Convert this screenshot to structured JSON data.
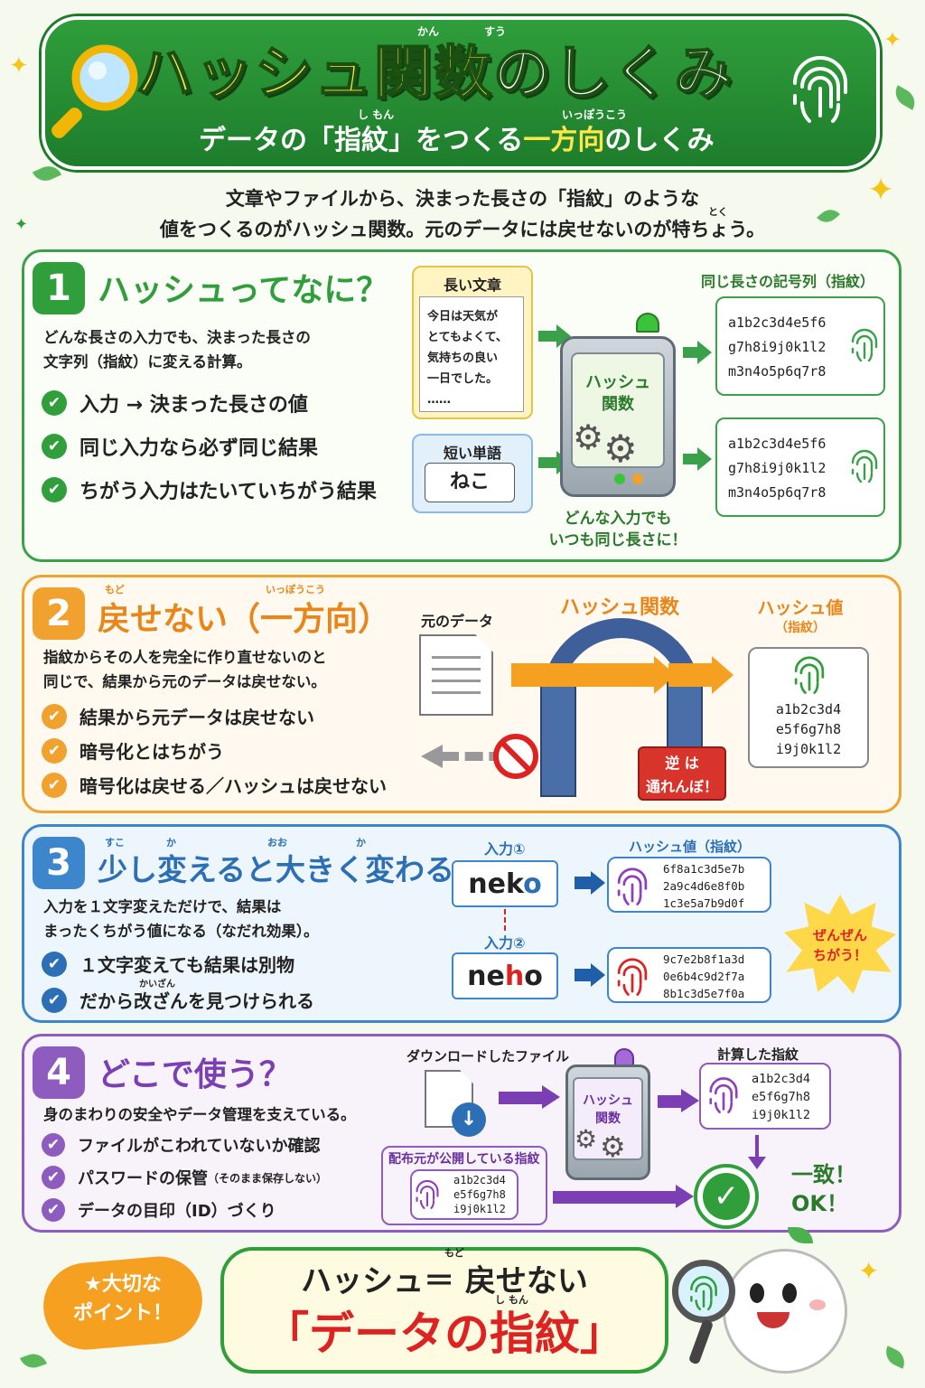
{
  "header": {
    "title": "ハッシュ関数",
    "title_tail": "のしくみ",
    "title_ruby_kan": "かん",
    "title_ruby_suu": "すう",
    "subtitle_a": "データの「",
    "subtitle_b": "指紋",
    "subtitle_c": "」をつくる",
    "subtitle_d": "一方向",
    "subtitle_e": "のしくみ",
    "ruby_shimon": "し もん",
    "ruby_ippoukou": "いっぽうこう"
  },
  "intro": {
    "line1": "文章やファイルから、決まった長さの「指紋」のような",
    "line2": "値をつくるのがハッシュ関数。元のデータには戻せないのが特ちょう。",
    "ruby_toku": "とく"
  },
  "s1": {
    "num": "1",
    "heading": "ハッシュってなに？",
    "desc1": "どんな長さの入力でも、決まった長さの",
    "desc2": "文字列（指紋）に変える計算。",
    "checks": [
      "入力 → 決まった長さの値",
      "同じ入力なら必ず同じ結果",
      "ちがう入力はたいていちがう結果"
    ],
    "long_label": "長い文章",
    "long_text": [
      "今日は天気が",
      "とてもよくて、",
      "気持ちの良い",
      "一日でした。",
      "……"
    ],
    "short_label": "短い単語",
    "short_text": "ねこ",
    "machine_label1": "ハッシュ",
    "machine_label2": "関数",
    "out_label": "同じ長さの記号列（指紋）",
    "hash": [
      "a1b2c3d4e5f6",
      "g7h8i9j0k1l2",
      "m3n4o5p6q7r8"
    ],
    "caption1": "どんな入力でも",
    "caption2": "いつも同じ長さに！"
  },
  "s2": {
    "num": "2",
    "heading": "戻せない（一方向）",
    "ruby_modo": "もど",
    "ruby_ippoukou": "いっぽうこう",
    "desc1": "指紋からその人を完全に作り直せないのと",
    "desc2": "同じで、結果から元のデータは戻せない。",
    "checks": [
      "結果から元データは戻せない",
      "暗号化とはちがう",
      "暗号化は戻せる／ハッシュは戻せない"
    ],
    "orig_label": "元のデータ",
    "func_label": "ハッシュ関数",
    "out_label": "ハッシュ値",
    "out_sub": "（指紋）",
    "hash": [
      "a1b2c3d4",
      "e5f6g7h8",
      "i9j0k1l2"
    ],
    "sign1": "逆 は",
    "sign2": "通れんぼ！"
  },
  "s3": {
    "num": "3",
    "heading": "少し変えると大きく変わる",
    "ruby_suko": "すこ",
    "ruby_ka": "か",
    "ruby_oo": "おお",
    "ruby_ka2": "か",
    "desc1": "入力を１文字変えただけで、結果は",
    "desc2": "まったくちがう値になる（なだれ効果）。",
    "checks": [
      "１文字変えても結果は別物",
      "だから改ざんを見つけられる"
    ],
    "ruby_kaizan": "かいざん",
    "in1_label": "入力①",
    "in1_a": "nek",
    "in1_b": "o",
    "in2_label": "入力②",
    "in2_a": "ne",
    "in2_b": "h",
    "in2_c": "o",
    "out_label": "ハッシュ値（指紋）",
    "hash1": [
      "6f8a1c3d5e7b",
      "2a9c4d6e8f0b",
      "1c3e5a7b9d0f"
    ],
    "hash2": [
      "9c7e2b8f1a3d",
      "0e6b4c9d2f7a",
      "8b1c3d5e7f0a"
    ],
    "burst1": "ぜんぜん",
    "burst2": "ちがう！"
  },
  "s4": {
    "num": "4",
    "heading": "どこで使う？",
    "desc": "身のまわりの安全やデータ管理を支えている。",
    "checks": [
      "ファイルがこわれていないか確認",
      "パスワードの保管",
      "データの目印（ID）づくり"
    ],
    "check2_small": "（そのまま保存しない）",
    "dl_label": "ダウンロードしたファイル",
    "machine_label1": "ハッシュ",
    "machine_label2": "関数",
    "calc_label": "計算した指紋",
    "calc_hash": [
      "a1b2c3d4",
      "e5f6g7h8",
      "i9j0k1l2"
    ],
    "pub_label": "配布元が公開している指紋",
    "pub_hash": [
      "a1b2c3d4",
      "e5f6g7h8",
      "i9j0k1l2"
    ],
    "match1": "一致！",
    "match2": "OK！"
  },
  "point": {
    "badge1": "大切な",
    "badge2": "ポイント！",
    "line1": "ハッシュ＝ 戻せない",
    "ruby_modo": "もど",
    "line2a": "「データの",
    "line2b": "指紋",
    "line2c": "」",
    "ruby_shimon": "し もん"
  },
  "colors": {
    "green": "#2f9e3b",
    "orange": "#f0a12e",
    "blue": "#3e86cc",
    "purple": "#8d5cbe",
    "yellow": "#ffe64a"
  }
}
